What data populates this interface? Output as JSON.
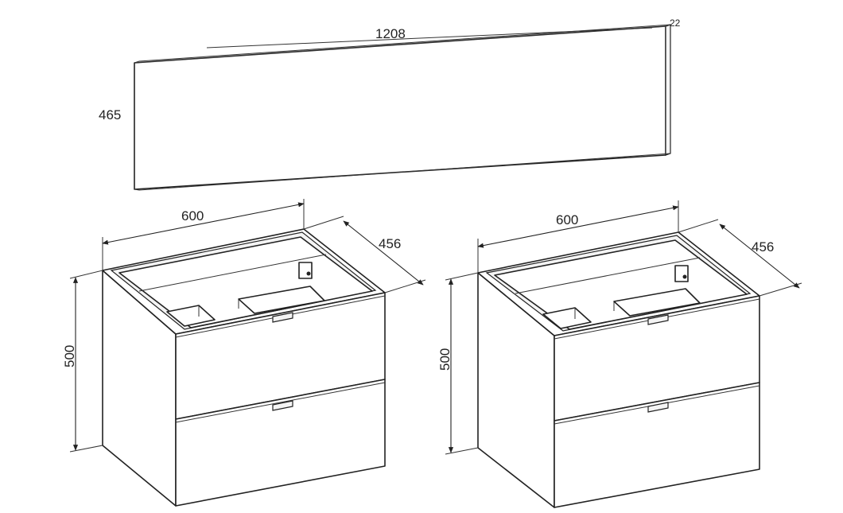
{
  "mirror": {
    "width_label": "1208",
    "height_label": "465",
    "depth_label": "22"
  },
  "cabinet_left": {
    "width_label": "600",
    "depth_label": "456",
    "height_label": "500"
  },
  "cabinet_right": {
    "width_label": "600",
    "depth_label": "456",
    "height_label": "500"
  },
  "colors": {
    "line": "#222222",
    "background": "#ffffff"
  }
}
